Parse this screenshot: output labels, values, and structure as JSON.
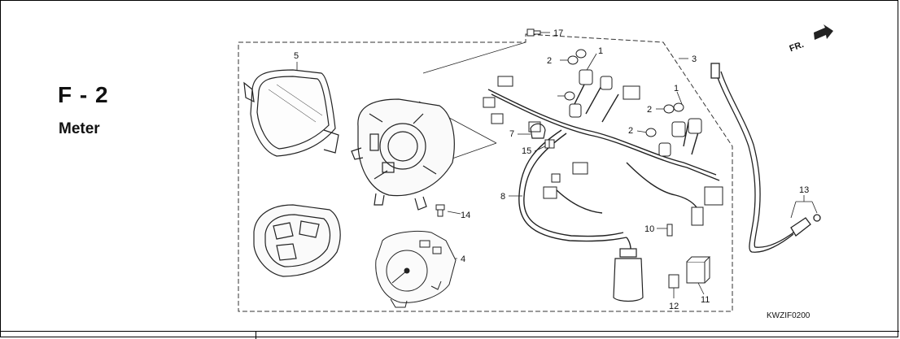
{
  "section": {
    "code": "F - 2",
    "name": "Meter"
  },
  "figure_code": "KWZIF0200",
  "direction_label": "FR.",
  "callouts": [
    "17",
    "5",
    "1",
    "2",
    "3",
    "1",
    "2",
    "2",
    "7",
    "15",
    "14",
    "8",
    "4",
    "10",
    "13",
    "12",
    "11"
  ]
}
